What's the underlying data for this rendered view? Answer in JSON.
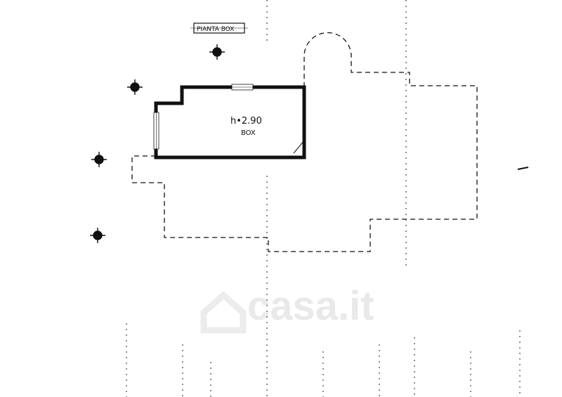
{
  "drawing": {
    "title": "PIANTA BOX",
    "room": {
      "height_label": "h•2.90",
      "name": "BOX"
    },
    "watermark": "casa.it",
    "colors": {
      "ink": "#111111",
      "watermark": "#e9e9e9"
    }
  }
}
